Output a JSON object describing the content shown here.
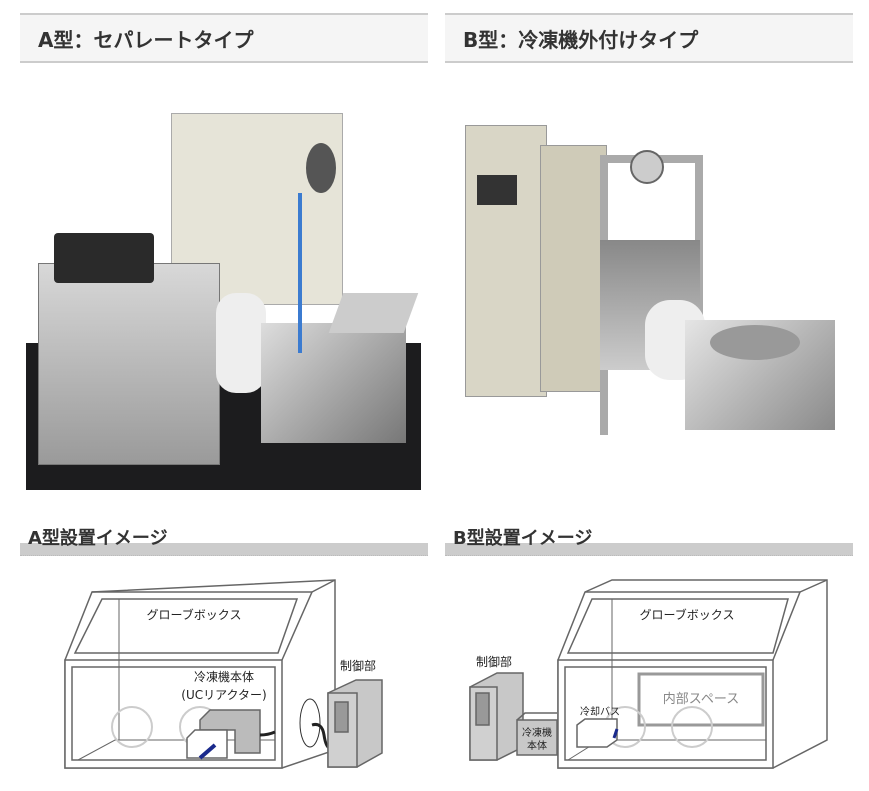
{
  "type_a": {
    "title": "A型：セパレートタイプ",
    "install_title": "A型設置イメージ",
    "diagram": {
      "glovebox": "グローブボックス",
      "unit_line1": "冷凍機本体",
      "unit_line2": "(UCリアクター)",
      "control": "制御部"
    }
  },
  "type_b": {
    "title": "B型：冷凍機外付けタイプ",
    "install_title": "B型設置イメージ",
    "diagram": {
      "glovebox": "グローブボックス",
      "control": "制御部",
      "unit_line1": "冷凍機",
      "unit_line2": "本体",
      "bath": "冷却バス",
      "inner_space": "内部スペース"
    }
  },
  "colors": {
    "header_bg": "#f5f5f5",
    "border": "#cccccc",
    "accent_blue": "#1a2a8c"
  }
}
